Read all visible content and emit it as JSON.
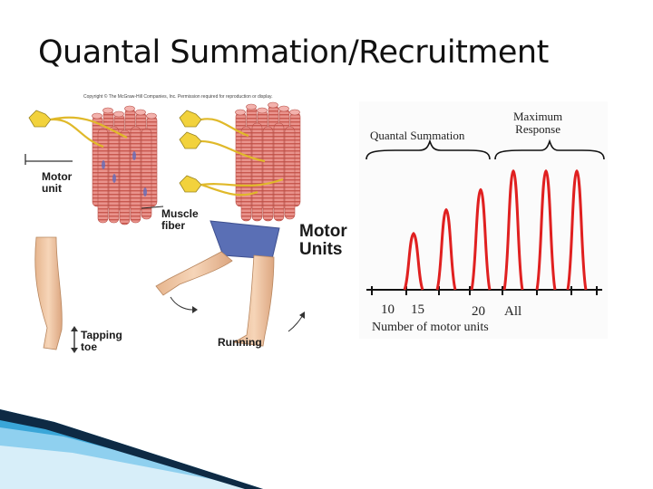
{
  "slide": {
    "title": "Quantal Summation/Recruitment"
  },
  "left_figure": {
    "copyright": "Copyright © The McGraw-Hill Companies, Inc. Permission required for reproduction or display.",
    "label_motor_unit": "Motor\nunit",
    "label_muscle_fiber": "Muscle\nfiber",
    "label_motor_units": "Motor\nUnits",
    "label_tapping_toe": "Tapping\ntoe",
    "label_running": "Running"
  },
  "right_figure": {
    "label_quantal_summation": "Quantal Summation",
    "label_maximum_response": "Maximum\nResponse",
    "xlabel": "Number of motor units",
    "tick_labels": [
      "10",
      "15",
      "20",
      "All"
    ],
    "peak_color": "#e02020",
    "peaks": [
      {
        "height": 0.45
      },
      {
        "height": 0.64
      },
      {
        "height": 0.8
      },
      {
        "height": 0.95
      },
      {
        "height": 0.95
      },
      {
        "height": 0.95
      }
    ]
  },
  "colors": {
    "title": "#111111",
    "muscle": "#e58a84",
    "neuron": "#f2d23c",
    "shorts": "#5a6fb5",
    "skin": "#f2c9a6",
    "corner_dark": "#0e2a44",
    "corner_light": "#3aa6d8"
  }
}
